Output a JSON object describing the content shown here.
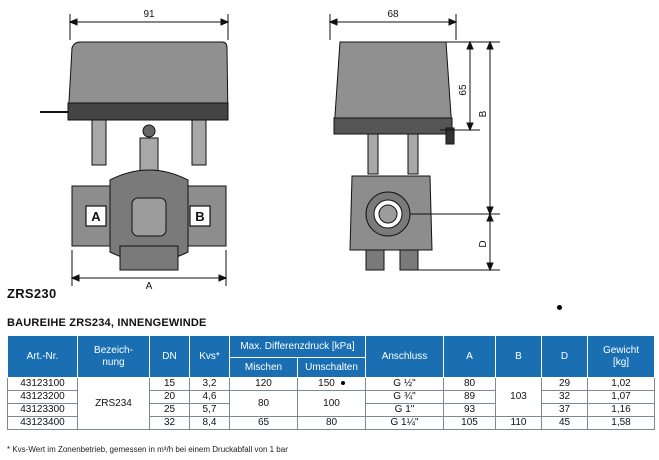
{
  "drawing": {
    "dim_front_width": "91",
    "dim_side_width": "68",
    "dim_height_actuator": "65",
    "dim_height_total": "B",
    "dim_height_lower": "D",
    "dim_front_bottom": "A",
    "port_a": "A",
    "port_b": "B"
  },
  "model_label": "ZRS230",
  "series_title": "BAUREIHE ZRS234, INNENGEWINDE",
  "table": {
    "headers": {
      "art_nr": "Art.-Nr.",
      "bezeichnung": "Bezeich-\nnung",
      "dn": "DN",
      "kvs": "Kvs*",
      "max_diff": "Max. Differenzdruck [kPa]",
      "mischen": "Mischen",
      "umschalten": "Umschalten",
      "anschluss": "Anschluss",
      "a": "A",
      "b": "B",
      "d": "D",
      "gewicht": "Gewicht\n[kg]"
    },
    "rows": [
      {
        "art_nr": "43123100",
        "dn": "15",
        "kvs": "3,2",
        "mischen": "120",
        "umschalten": "150",
        "anschluss": "G ½\"",
        "a": "80",
        "d": "29",
        "gewicht": "1,02"
      },
      {
        "art_nr": "43123200",
        "dn": "20",
        "kvs": "4,6",
        "anschluss": "G ¾\"",
        "a": "89",
        "d": "32",
        "gewicht": "1,07"
      },
      {
        "art_nr": "43123300",
        "dn": "25",
        "kvs": "5,7",
        "anschluss": "G 1\"",
        "a": "93",
        "d": "37",
        "gewicht": "1,16"
      },
      {
        "art_nr": "43123400",
        "dn": "32",
        "kvs": "8,4",
        "mischen": "65",
        "umschalten": "80",
        "anschluss": "G 1¼\"",
        "a": "105",
        "b": "110",
        "d": "45",
        "gewicht": "1,58"
      }
    ],
    "merged": {
      "bezeichnung": "ZRS234",
      "mischen_rows_2_3": "80",
      "umschalten_rows_2_3": "100",
      "b_rows_1_3": "103"
    }
  },
  "footnote": "* Kvs-Wert im Zonenbetrieb, gemessen in m³/h bei einem Druckabfall von 1 bar"
}
